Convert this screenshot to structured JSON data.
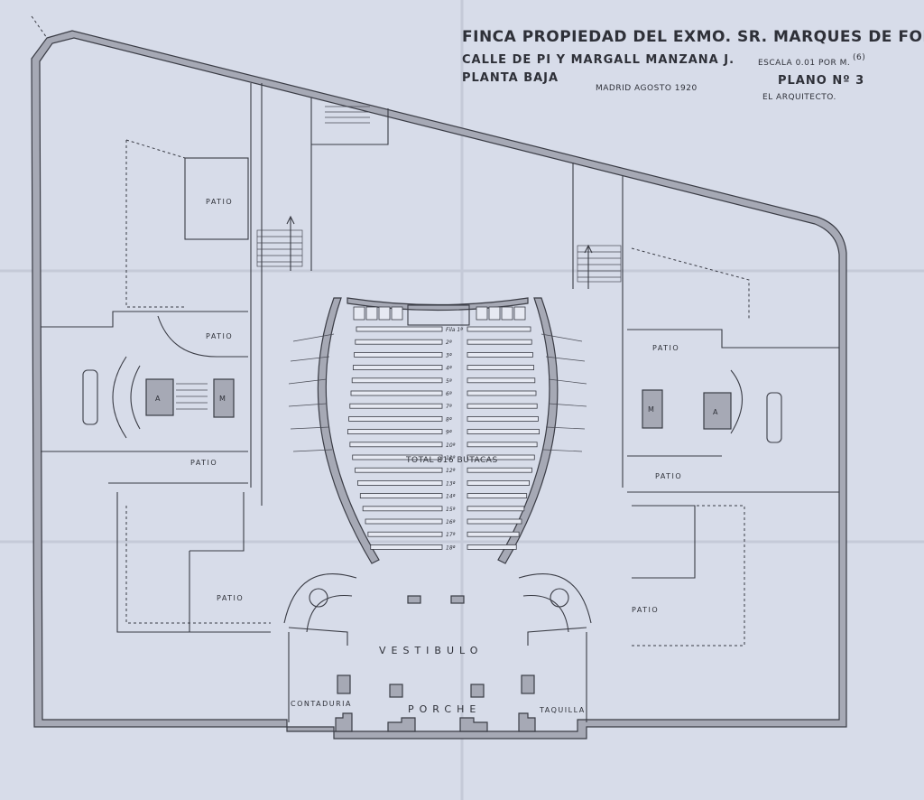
{
  "header": {
    "title_line": "FINCA PROPIEDAD DEL EXMO. SR. MARQUES DE FONTALBA",
    "address_line": "CALLE DE PI Y MARGALL MANZANA J.",
    "floor": "PLANTA BAJA",
    "place_date": "MADRID  AGOSTO 1920",
    "scale": "ESCALA 0.01 POR M.",
    "plan_number": "PLANO Nº 3",
    "architect": "EL ARQUITECTO.",
    "catalog_mark": "(6)"
  },
  "rooms": {
    "patio_label": "PATIO",
    "vestibulo": "VESTIBULO",
    "porche": "PORCHE",
    "contaduria": "CONTADURIA",
    "taquilla": "TAQUILLA",
    "seat_total": "TOTAL 816 BUTACAS",
    "lift_a": "A",
    "lift_m": "M"
  },
  "row_labels": [
    "Fila 1ª",
    "2ª",
    "3ª",
    "4ª",
    "5ª",
    "6ª",
    "7ª",
    "8ª",
    "9ª",
    "10ª",
    "11ª",
    "12ª",
    "13ª",
    "14ª",
    "15ª",
    "16ª",
    "17ª",
    "18ª"
  ],
  "colors": {
    "paper": "#d7dce9",
    "ink": "#3a3c45",
    "wall_fill": "#a6a9b5"
  }
}
